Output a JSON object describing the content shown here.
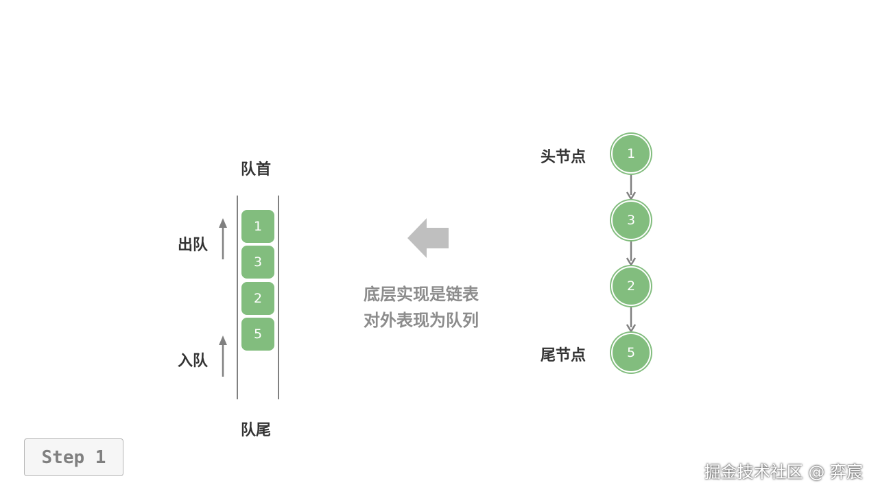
{
  "queue": {
    "front_label": "队首",
    "rear_label": "队尾",
    "dequeue_label": "出队",
    "enqueue_label": "入队",
    "items": [
      "1",
      "3",
      "2",
      "5"
    ]
  },
  "center_text": {
    "line1": "底层实现是链表",
    "line2": "对外表现为队列"
  },
  "linked_list": {
    "head_label": "头节点",
    "tail_label": "尾节点",
    "nodes": [
      "1",
      "3",
      "2",
      "5"
    ]
  },
  "step_button": {
    "label": "Step 1"
  },
  "watermark": "掘金技术社区 @ 弈宸",
  "colors": {
    "node_green": "#82bd7e",
    "arrow_gray": "#808080",
    "big_arrow_gray": "#bfbfbf",
    "text_dark": "#333333"
  },
  "icons": [
    "up-arrow-icon",
    "left-arrow-icon",
    "down-arrow-icon"
  ]
}
